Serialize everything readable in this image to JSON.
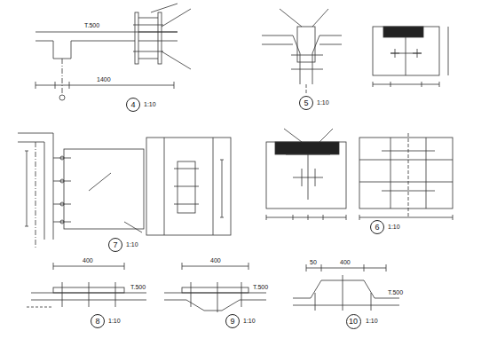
{
  "diagram": {
    "nodes": [
      {
        "text": [
          "4"
        ]
      },
      {
        "text": [
          "5"
        ]
      },
      {
        "text": [
          "7"
        ]
      },
      {
        "text": [
          "6"
        ]
      },
      {
        "text": [
          "8"
        ]
      },
      {
        "text": [
          "9"
        ]
      },
      {
        "text": [
          "10"
        ]
      }
    ],
    "labels": [
      "1:10",
      "1:10",
      "1:10",
      "1:10",
      "1:10",
      "1:10",
      "1:10",
      "1400",
      "T.500",
      "400",
      "T.500",
      "400",
      "T.500",
      "400",
      "T.500",
      "50"
    ]
  }
}
